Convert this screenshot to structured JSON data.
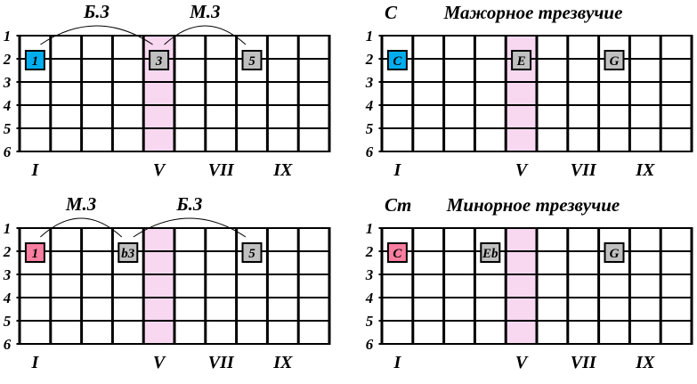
{
  "colors": {
    "background": "#FFFFFF",
    "line": "#000000",
    "text": "#000000",
    "highlight_column": "#F8D8F0",
    "marker_blue": "#00AEEF",
    "marker_pink": "#F97E9F",
    "marker_gray": "#C0C0C0"
  },
  "fretboard": {
    "string_labels": [
      "1",
      "2",
      "3",
      "4",
      "5",
      "6"
    ],
    "fret_count": 10,
    "highlight_fret": 5,
    "fret_numerals": [
      {
        "label": "I",
        "fret": 1
      },
      {
        "label": "V",
        "fret": 5
      },
      {
        "label": "VII",
        "fret": 7
      },
      {
        "label": "IX",
        "fret": 9
      }
    ]
  },
  "diagrams": [
    {
      "id": "major-third-intervals",
      "chord": "",
      "title": "",
      "arcs": [
        {
          "label": "Б.3",
          "from_fret": 1,
          "to_fret": 5
        },
        {
          "label": "М.3",
          "from_fret": 5,
          "to_fret": 8
        }
      ],
      "markers": [
        {
          "label": "1",
          "fret": 1,
          "string": 2,
          "color": "blue"
        },
        {
          "label": "3",
          "fret": 5,
          "string": 2,
          "color": "gray"
        },
        {
          "label": "5",
          "fret": 8,
          "string": 2,
          "color": "gray"
        }
      ]
    },
    {
      "id": "c-major-triad",
      "chord": "C",
      "title": "Мажорное трезвучие",
      "arcs": [],
      "markers": [
        {
          "label": "C",
          "fret": 1,
          "string": 2,
          "color": "blue"
        },
        {
          "label": "E",
          "fret": 5,
          "string": 2,
          "color": "gray"
        },
        {
          "label": "G",
          "fret": 8,
          "string": 2,
          "color": "gray"
        }
      ]
    },
    {
      "id": "minor-third-intervals",
      "chord": "",
      "title": "",
      "arcs": [
        {
          "label": "М.3",
          "from_fret": 1,
          "to_fret": 4
        },
        {
          "label": "Б.3",
          "from_fret": 4,
          "to_fret": 8
        }
      ],
      "markers": [
        {
          "label": "1",
          "fret": 1,
          "string": 2,
          "color": "pink"
        },
        {
          "label": "b3",
          "fret": 4,
          "string": 2,
          "color": "gray"
        },
        {
          "label": "5",
          "fret": 8,
          "string": 2,
          "color": "gray"
        }
      ]
    },
    {
      "id": "c-minor-triad",
      "chord": "Cm",
      "title": "Минорное трезвучие",
      "arcs": [],
      "markers": [
        {
          "label": "C",
          "fret": 1,
          "string": 2,
          "color": "pink"
        },
        {
          "label": "Eb",
          "fret": 4,
          "string": 2,
          "color": "gray"
        },
        {
          "label": "G",
          "fret": 8,
          "string": 2,
          "color": "gray"
        }
      ]
    }
  ]
}
